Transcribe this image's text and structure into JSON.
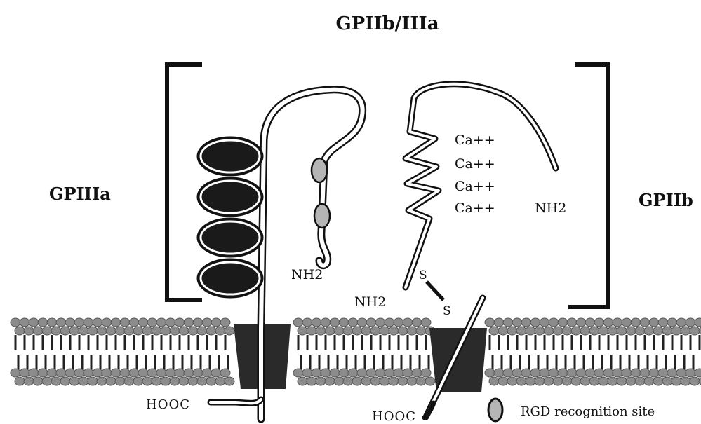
{
  "title": "GPIIb/IIIa",
  "labels": {
    "left_subunit": "GPIIIa",
    "right_subunit": "GPIIb",
    "nh2_left": "NH2",
    "nh2_middle": "NH2",
    "nh2_right": "NH2",
    "hooc_left": "HOOC",
    "hooc_right": "HOOC",
    "s_upper": "S",
    "s_lower": "S"
  },
  "calcium_sites": [
    "Ca++",
    "Ca++",
    "Ca++",
    "Ca++"
  ],
  "legend": {
    "rgd_label": "RGD recognition site"
  },
  "colors": {
    "ink": "#111111",
    "domain_fill": "#1a1a1a",
    "rgd_fill": "#b5b5b5",
    "membrane_head": "#8c8c8c",
    "transmembrane": "#2a2a2a"
  }
}
